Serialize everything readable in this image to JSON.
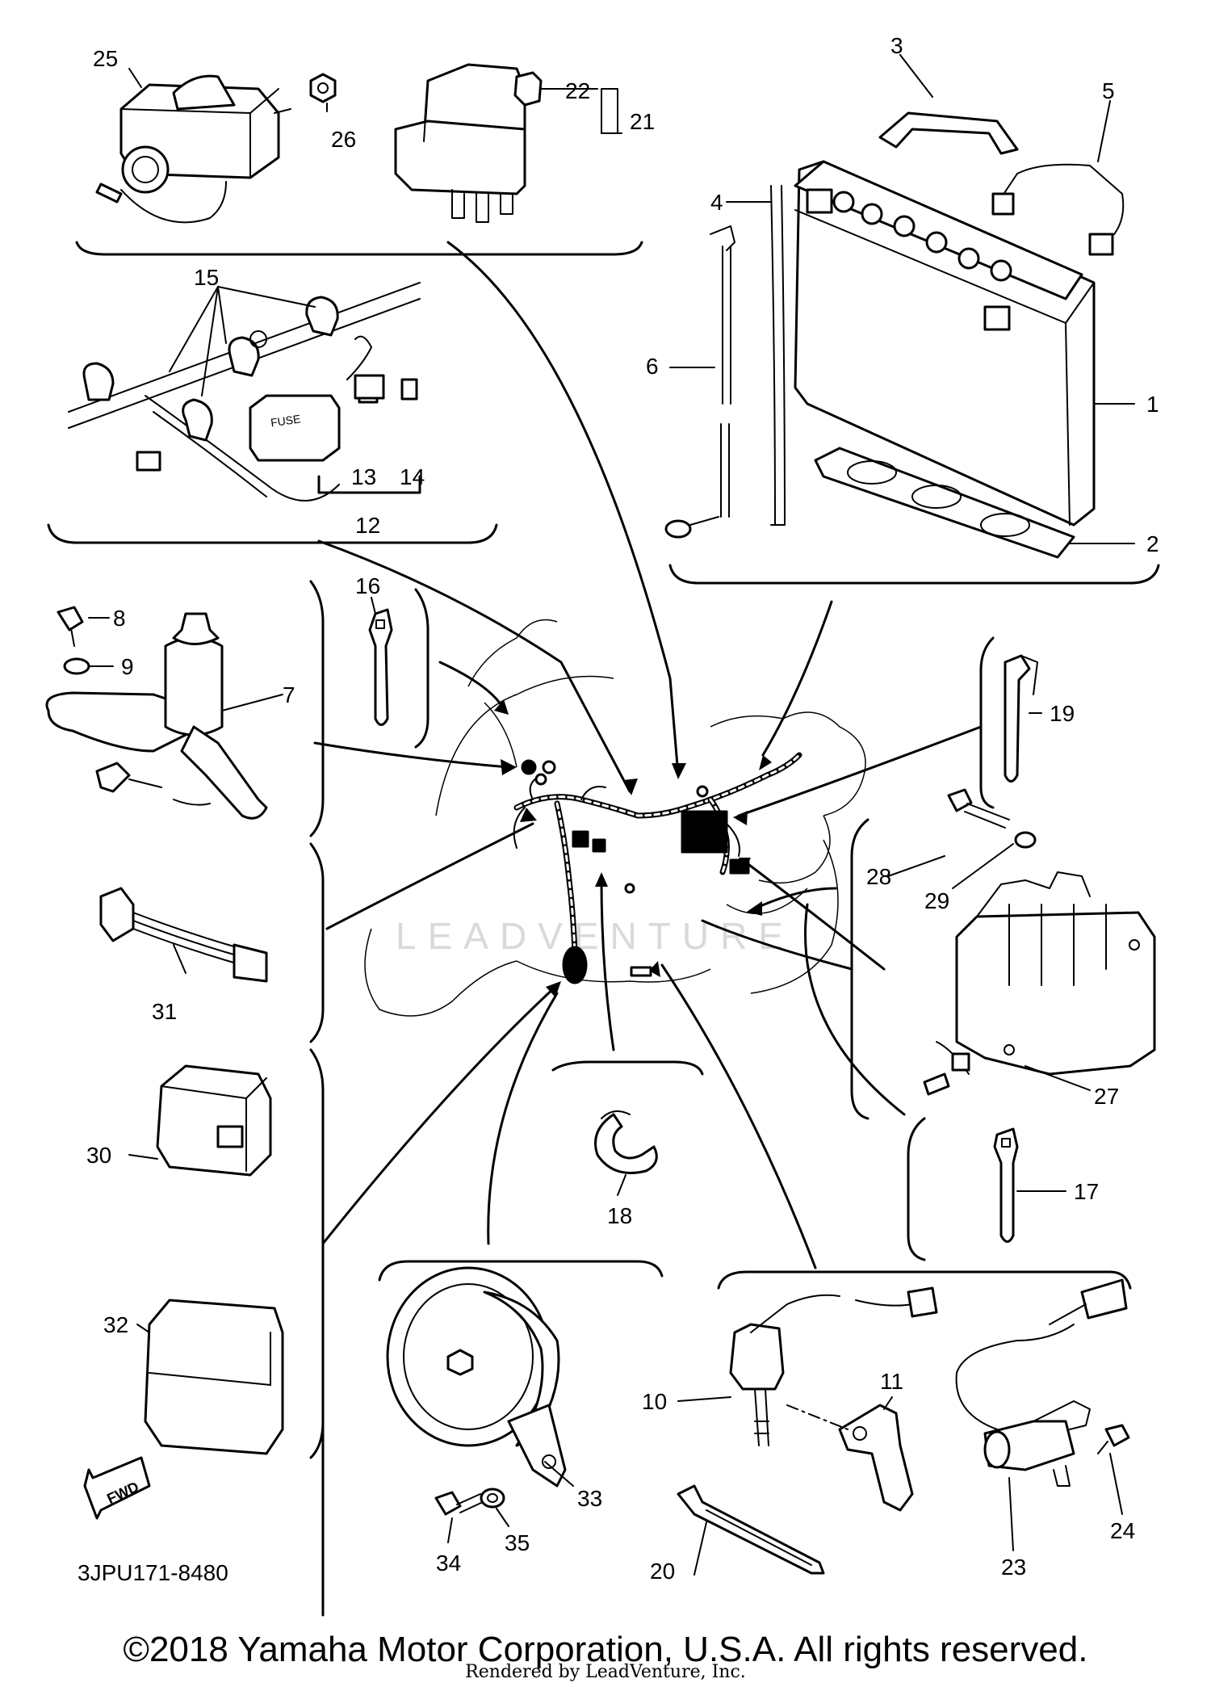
{
  "diagram_code": "3JPU171-8480",
  "copyright": "©2018 Yamaha Motor Corporation, U.S.A. All rights reserved.",
  "rendered_by": "Rendered by LeadVenture, Inc.",
  "watermark": "LEADVENTURE",
  "fwd_label": "FWD",
  "fuse_label": "FUSE",
  "callouts": {
    "c1": "1",
    "c2": "2",
    "c3": "3",
    "c4": "4",
    "c5": "5",
    "c6": "6",
    "c7": "7",
    "c8": "8",
    "c9": "9",
    "c10": "10",
    "c11": "11",
    "c12": "12",
    "c13": "13",
    "c14": "14",
    "c15": "15",
    "c16": "16",
    "c17": "17",
    "c18": "18",
    "c19": "19",
    "c20": "20",
    "c21": "21",
    "c22": "22",
    "c23": "23",
    "c24": "24",
    "c25": "25",
    "c26": "26",
    "c27": "27",
    "c28": "28",
    "c29": "29",
    "c30": "30",
    "c31": "31",
    "c32": "32",
    "c33": "33",
    "c34": "34",
    "c35": "35"
  }
}
